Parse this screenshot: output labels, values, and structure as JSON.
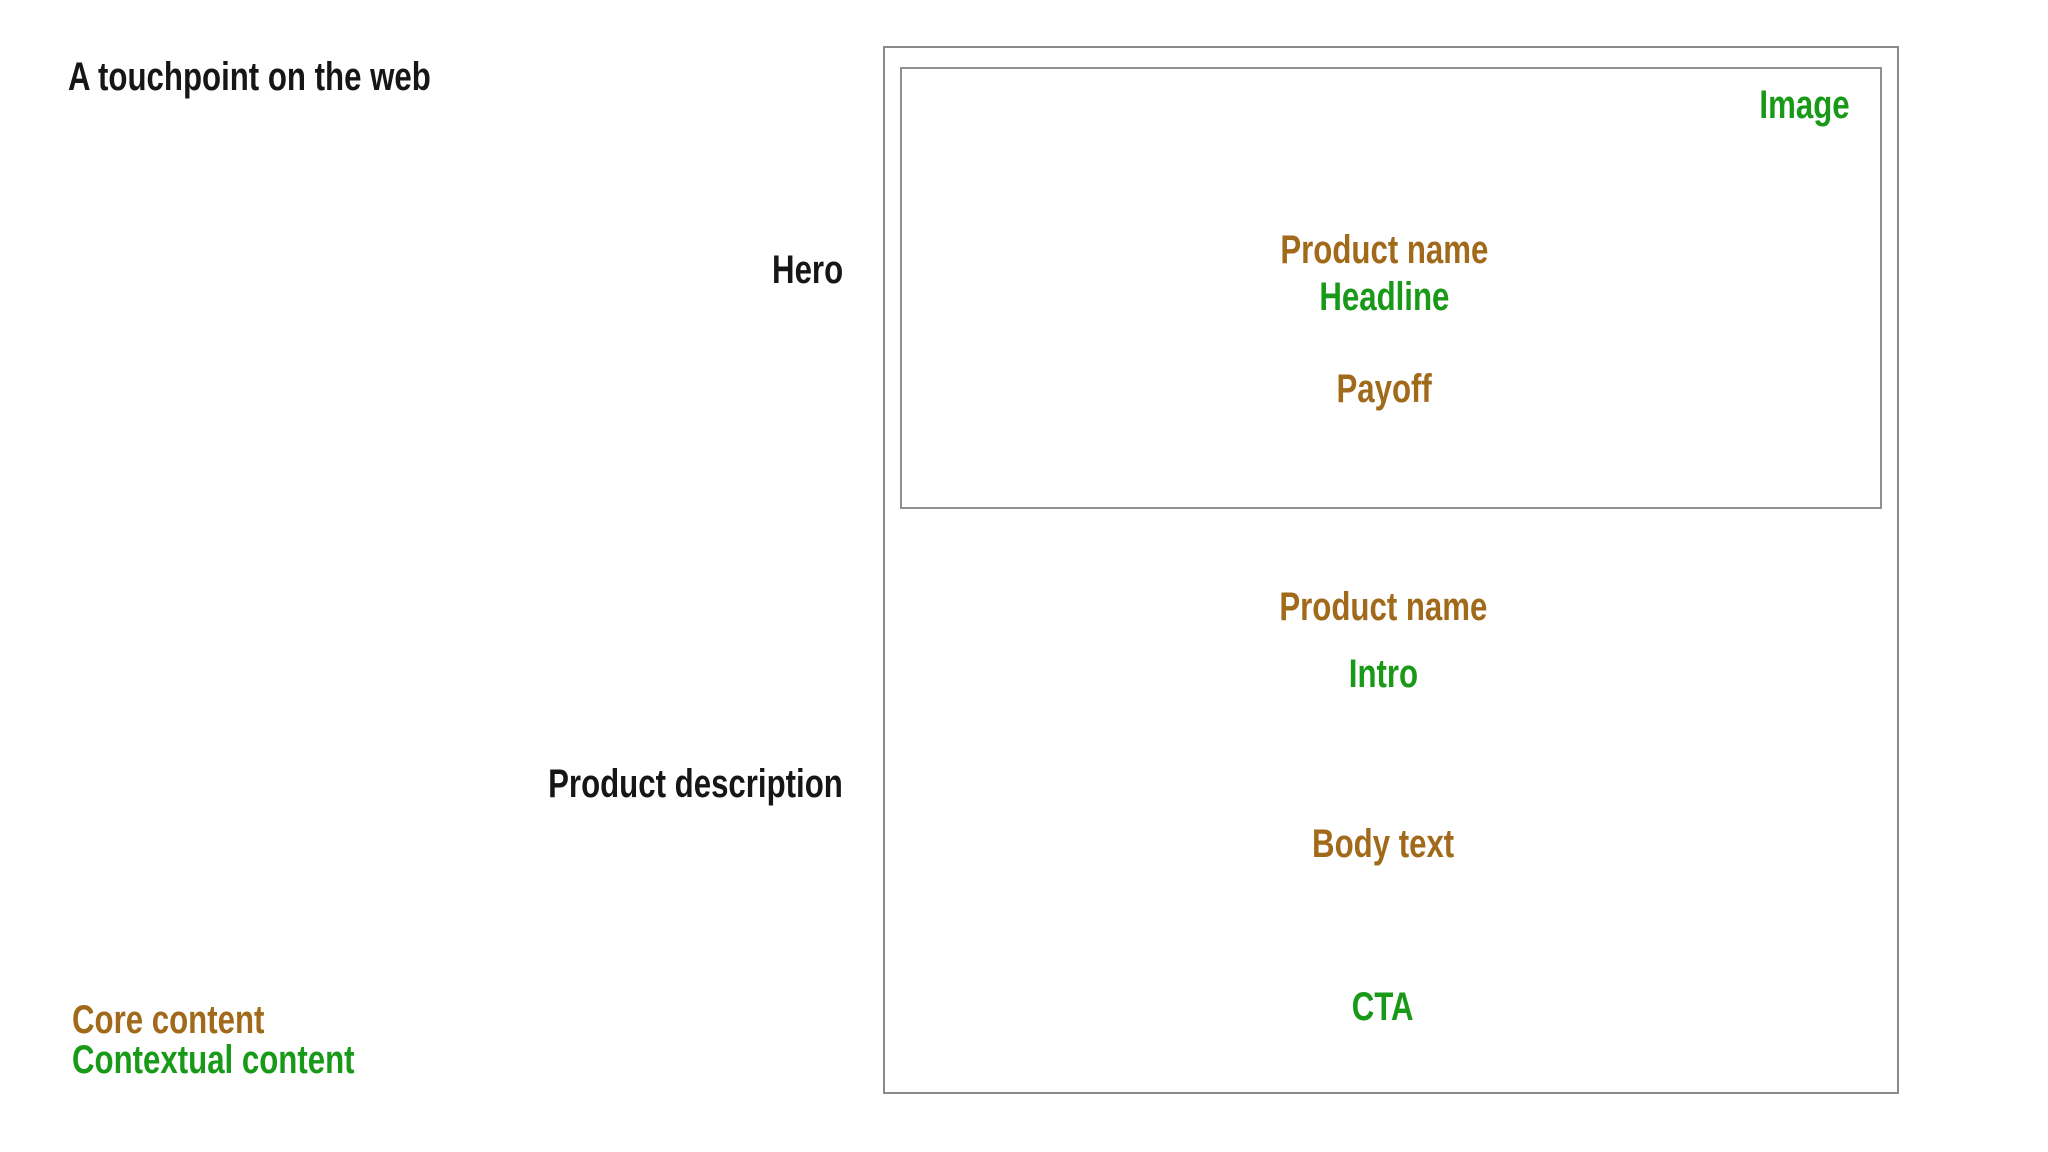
{
  "title": "A touchpoint on the web",
  "diagram": {
    "hero": {
      "label": "Hero",
      "image_label": "Image",
      "product_name": "Product name",
      "headline": "Headline",
      "payoff": "Payoff"
    },
    "product_description": {
      "label": "Product description",
      "product_name": "Product name",
      "intro": "Intro",
      "body_text": "Body text",
      "cta": "CTA"
    }
  },
  "legend": {
    "core_label": "Core content",
    "contextual_label": "Contextual content"
  },
  "colors": {
    "core_content": "#A16A1B",
    "contextual_content": "#189918",
    "heading_text": "#161616",
    "box_border": "#8A8A8A"
  }
}
